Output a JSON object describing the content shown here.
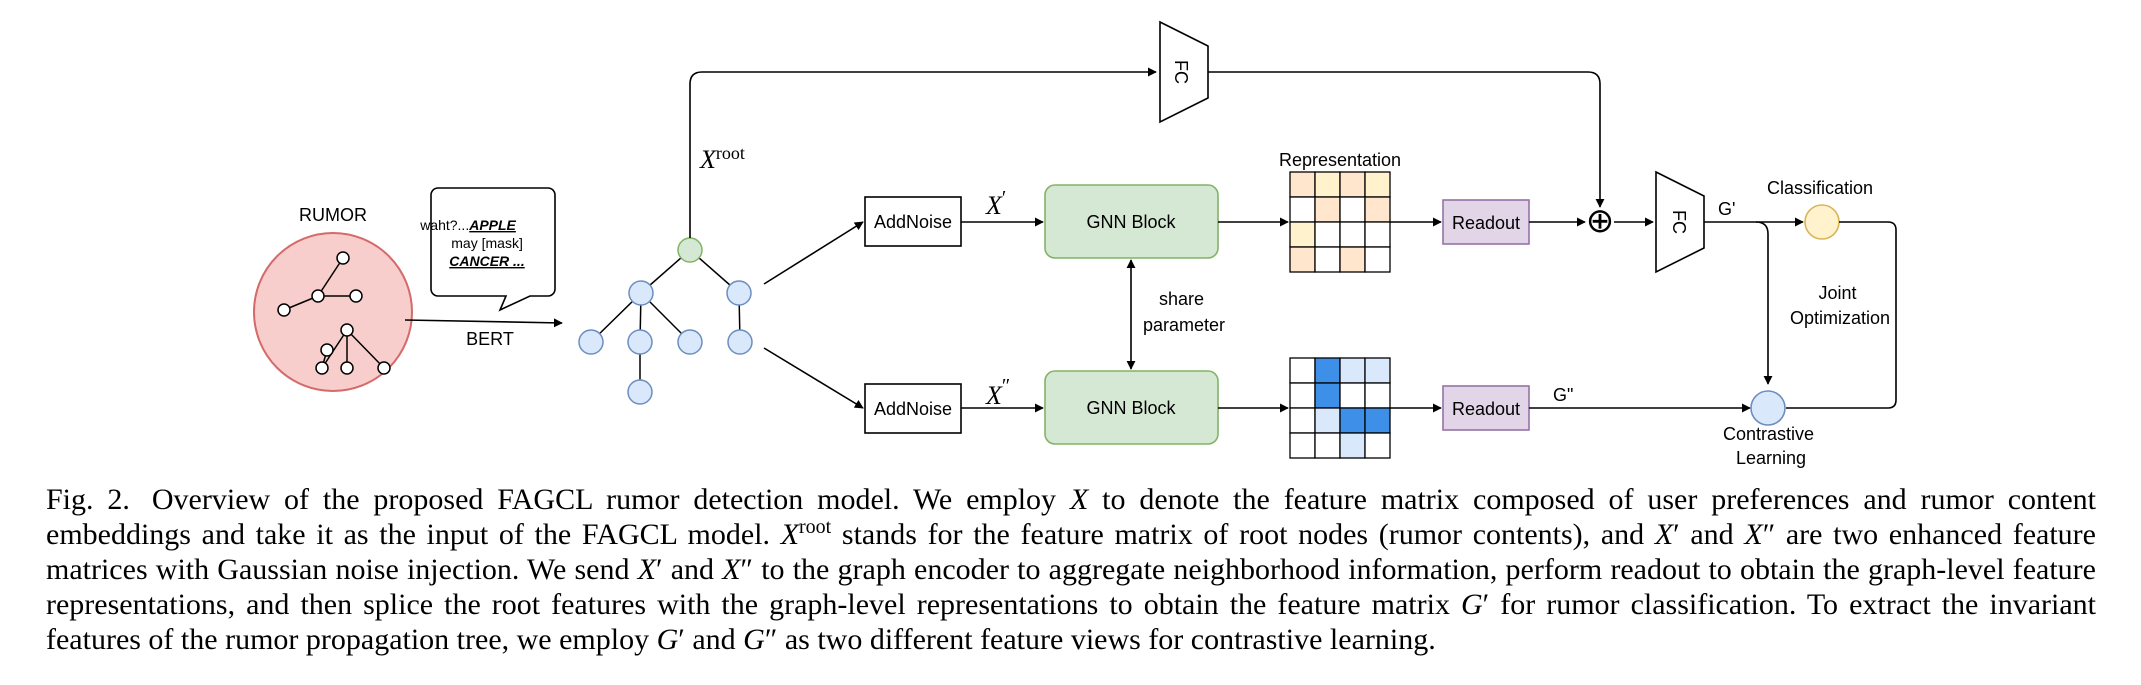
{
  "diagram": {
    "rumor_label": "RUMOR",
    "bert_label": "BERT",
    "bubble_lines": [
      "waht?...",
      "APPLE",
      "may [mask]",
      "CANCER ..."
    ],
    "x_root_main": "X",
    "x_root_sup": "root",
    "fc_top_label": "FC",
    "fc_right_label": "FC",
    "addnoise_top": "AddNoise",
    "addnoise_bottom": "AddNoise",
    "x_prime_main": "X",
    "x_prime_sup": "′",
    "x_dprime_main": "X",
    "x_dprime_sup": "″",
    "gnn_top": "GNN Block",
    "gnn_bottom": "GNN Block",
    "share_line1": "share",
    "share_line2": "parameter",
    "representation_label": "Representation",
    "readout_top": "Readout",
    "readout_bottom": "Readout",
    "g_prime_label": "G'",
    "g_dprime_label": "G\"",
    "classification_label": "Classification",
    "joint_line1": "Joint",
    "joint_line2": "Optimization",
    "contrastive_line1": "Contrastive",
    "contrastive_line2": "Learning",
    "plus_symbol": "⊕"
  },
  "caption": {
    "fig_label": "Fig. 2.",
    "t1": "Overview of the proposed FAGCL rumor detection model. We employ ",
    "t2": " to denote the feature matrix composed of user preferences and rumor content embeddings and take it as the input of the FAGCL model. ",
    "t3": " stands for the feature matrix of root nodes (rumor contents), and ",
    "t4": " and ",
    "t5": " are two enhanced feature matrices with Gaussian noise injection. We send ",
    "t6": " and ",
    "t7": " to the graph encoder to aggregate neighborhood information, perform readout to obtain the graph-level feature representations, and then splice the root features with the graph-level representations to obtain the feature matrix ",
    "t8": " for rumor classification. To extract the invariant features of the rumor propagation tree, we employ ",
    "t9": " and ",
    "t10": " as two different feature views for contrastive learning.",
    "m_x": "X",
    "m_xroot": "X",
    "m_root_sup": "root",
    "m_xp": "X",
    "m_xpp": "X",
    "m_xp2": "X",
    "m_xpp2": "X",
    "m_gp": "G",
    "m_gp2": "G",
    "m_gpp": "G",
    "m_prime": "′",
    "m_dprime": "″"
  },
  "colors": {
    "rumor_fill": "#f8cecc",
    "rumor_stroke": "#d46a6a",
    "node_blue": "#dae8fc",
    "node_blue_stroke": "#6c8ebf",
    "node_green": "#d5e8d4",
    "node_green_stroke": "#82b366",
    "gnn_fill": "#d5e8d4",
    "readout_fill": "#e1d5e7",
    "readout_stroke": "#9673a6",
    "cell_orange": "#ffe6cc",
    "cell_yellow": "#fff2cc",
    "cell_blue_dark": "#3d8fe8",
    "cell_blue_light": "#dae8fc",
    "classification_fill": "#fff2cc",
    "classification_stroke": "#d6b656"
  }
}
